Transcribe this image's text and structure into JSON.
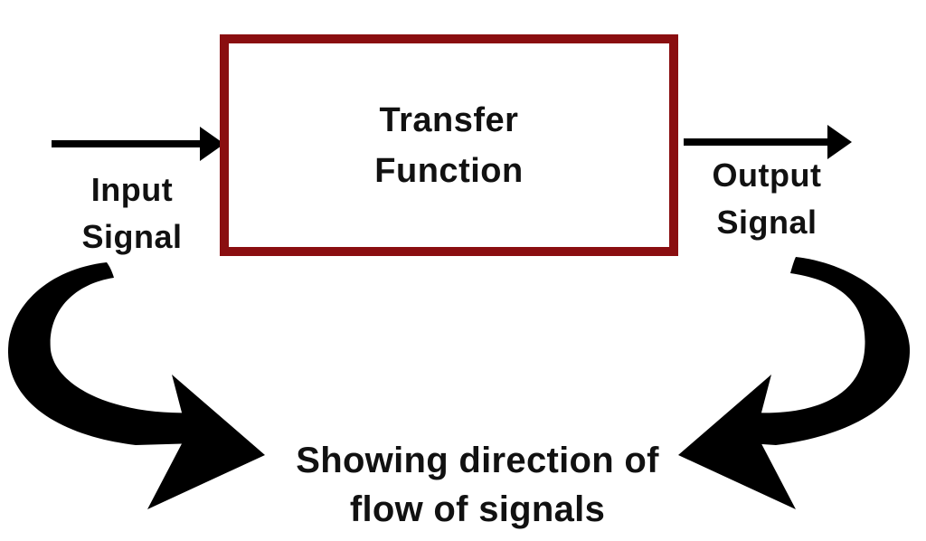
{
  "diagram": {
    "title_hint": "Transfer function block diagram",
    "background_color": "#ffffff",
    "text_color": "#111111",
    "arrow_color": "#000000",
    "block": {
      "label_line1": "Transfer",
      "label_line2": "Function",
      "border_color": "#8a0e10"
    },
    "input_label": {
      "line1": "Input",
      "line2": "Signal"
    },
    "output_label": {
      "line1": "Output",
      "line2": "Signal"
    },
    "caption": {
      "line1": "Showing direction of",
      "line2": "flow of signals",
      "full_text": "Showing direction of flow of signals"
    },
    "icons": {
      "input_arrow": "right-arrow-icon",
      "output_arrow": "right-arrow-icon",
      "left_flow_arrow": "curved-down-right-arrow-icon",
      "right_flow_arrow": "curved-down-left-arrow-icon"
    }
  }
}
